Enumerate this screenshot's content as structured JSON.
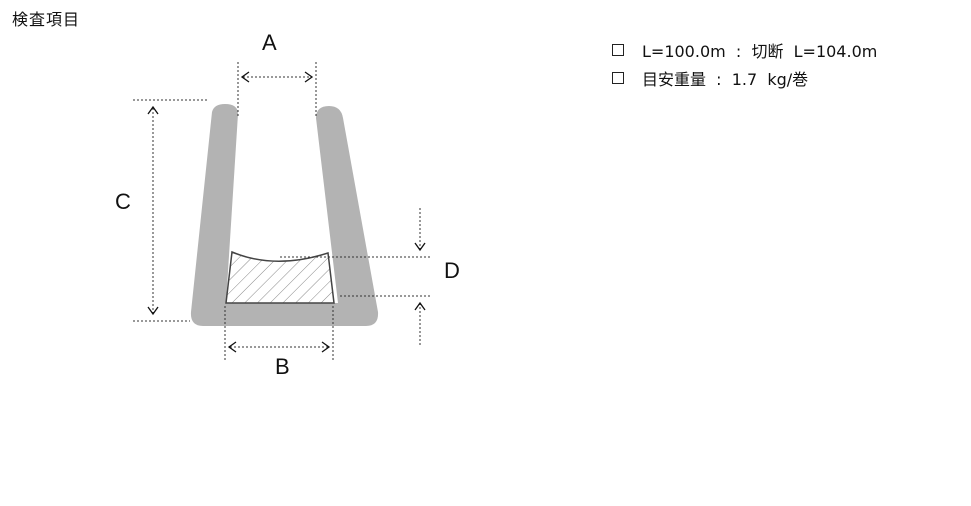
{
  "header": {
    "title": "検査項目"
  },
  "diagram": {
    "labels": {
      "a": "A",
      "b": "B",
      "c": "C",
      "d": "D"
    }
  },
  "checklist": {
    "items": [
      {
        "text": "L=100.0m  :  切断  L=104.0m",
        "checked": false
      },
      {
        "text": "目安重量  :  1.7  kg/巻",
        "checked": false
      }
    ]
  },
  "colors": {
    "profile": "#b3b3b3",
    "outline": "#444444",
    "hatch": "#888888"
  }
}
